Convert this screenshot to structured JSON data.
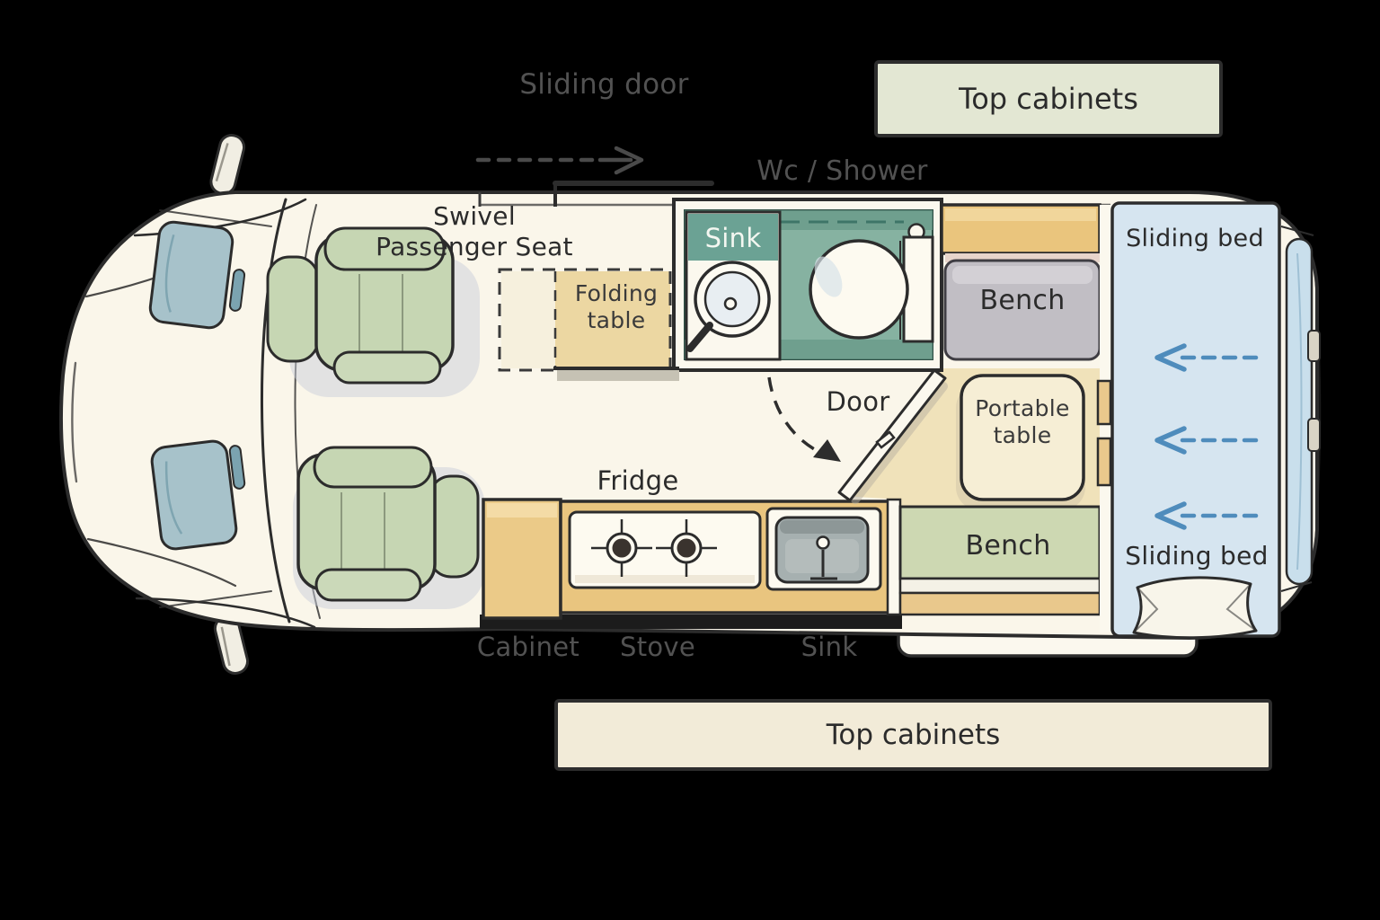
{
  "page": {
    "background": "#000000",
    "type": "campervan floor plan illustration"
  },
  "labels": {
    "sliding_door": "Sliding door",
    "wc_shower": "Wc / Shower",
    "swivel_seat": "Swivel Passenger Seat",
    "folding_table": "Folding table",
    "wc_sink": "Sink",
    "door": "Door",
    "fridge": "Fridge",
    "cabinet": "Cabinet",
    "stove": "Stove",
    "kitchen_sink": "Sink",
    "bench_top": "Bench",
    "bench_bottom": "Bench",
    "portable_table": "Portable table",
    "sliding_bed_top": "Sliding bed",
    "sliding_bed_bottom": "Sliding bed",
    "top_cabinets_top": "Top cabinets",
    "top_cabinets_bottom": "Top cabinets"
  },
  "colors": {
    "body_cream": "#faf6ea",
    "outline": "#2c2c2c",
    "seat_green": "#c6d6b3",
    "window_blue": "#a7c2ca",
    "wc_teal": "#86b2a1",
    "wc_teal_dark": "#699a8a",
    "wc_sink_label_teal": "#6ba294",
    "cabinet_amber": "#eac57d",
    "counter_amber": "#e9c57f",
    "bench_gray": "#c1bec4",
    "bench_green": "#cdd8b2",
    "bed_blue": "#d6e5f0",
    "arrow_blue": "#4f8cbc",
    "tan_floor": "#f0e2ba",
    "top_box_green": "#e3e7d3",
    "bottom_bar_cream": "#f2ebd8"
  }
}
